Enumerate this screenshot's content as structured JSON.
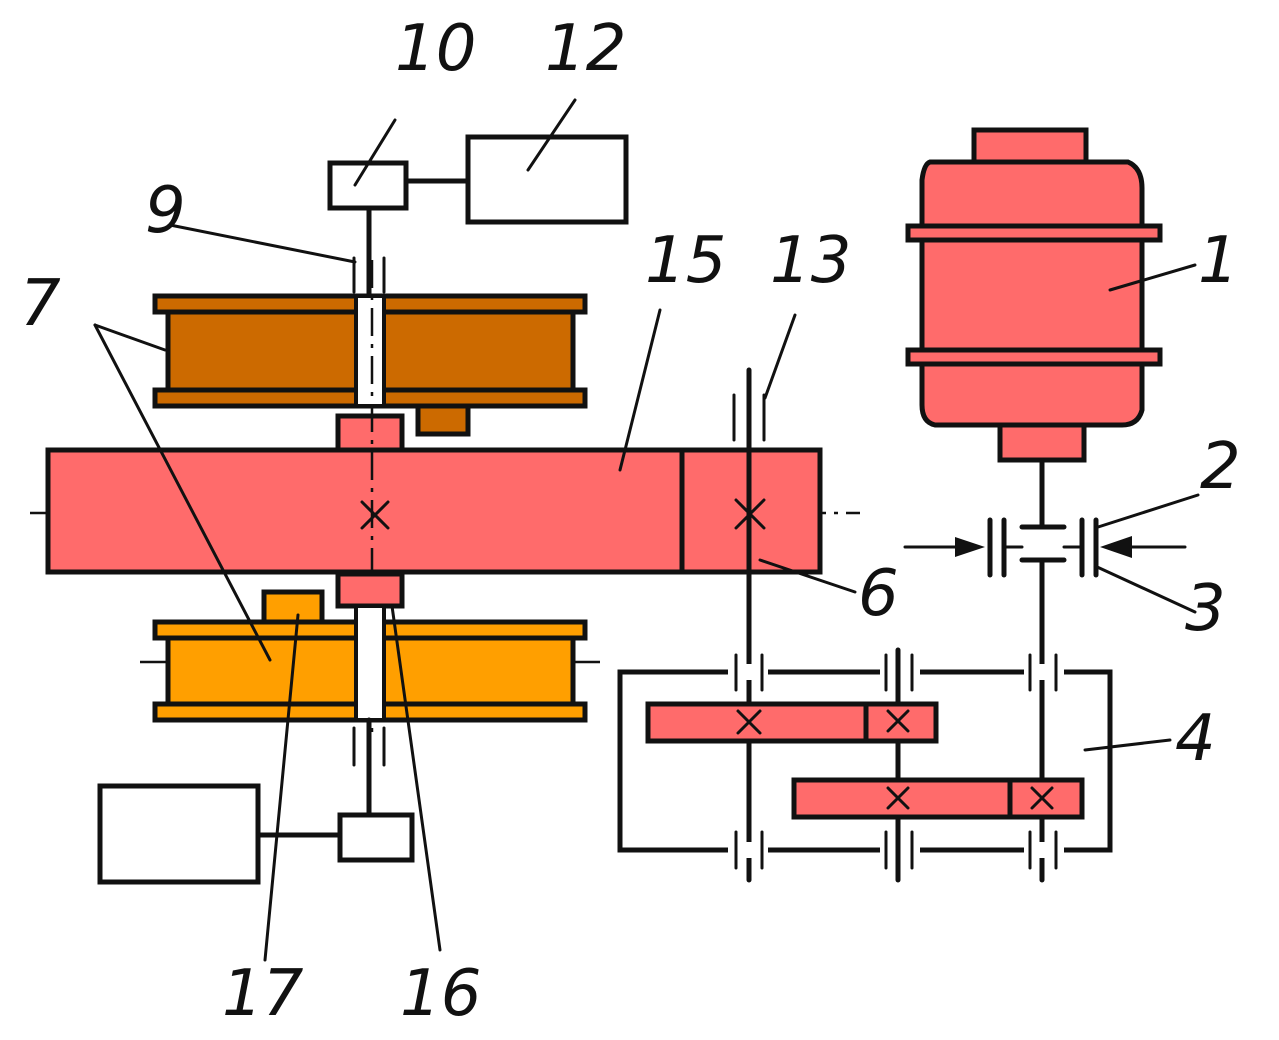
{
  "labels": {
    "l1": "1",
    "l2": "2",
    "l3": "3",
    "l4": "4",
    "l6": "6",
    "l7": "7",
    "l9": "9",
    "l10": "10",
    "l12": "12",
    "l13": "13",
    "l15": "15",
    "l16": "16",
    "l17": "17"
  },
  "colors": {
    "red_parts": "#ff6b6b",
    "upper_drum": "#cc6a00",
    "lower_drum": "#ff9f00",
    "lines": "#111111"
  }
}
